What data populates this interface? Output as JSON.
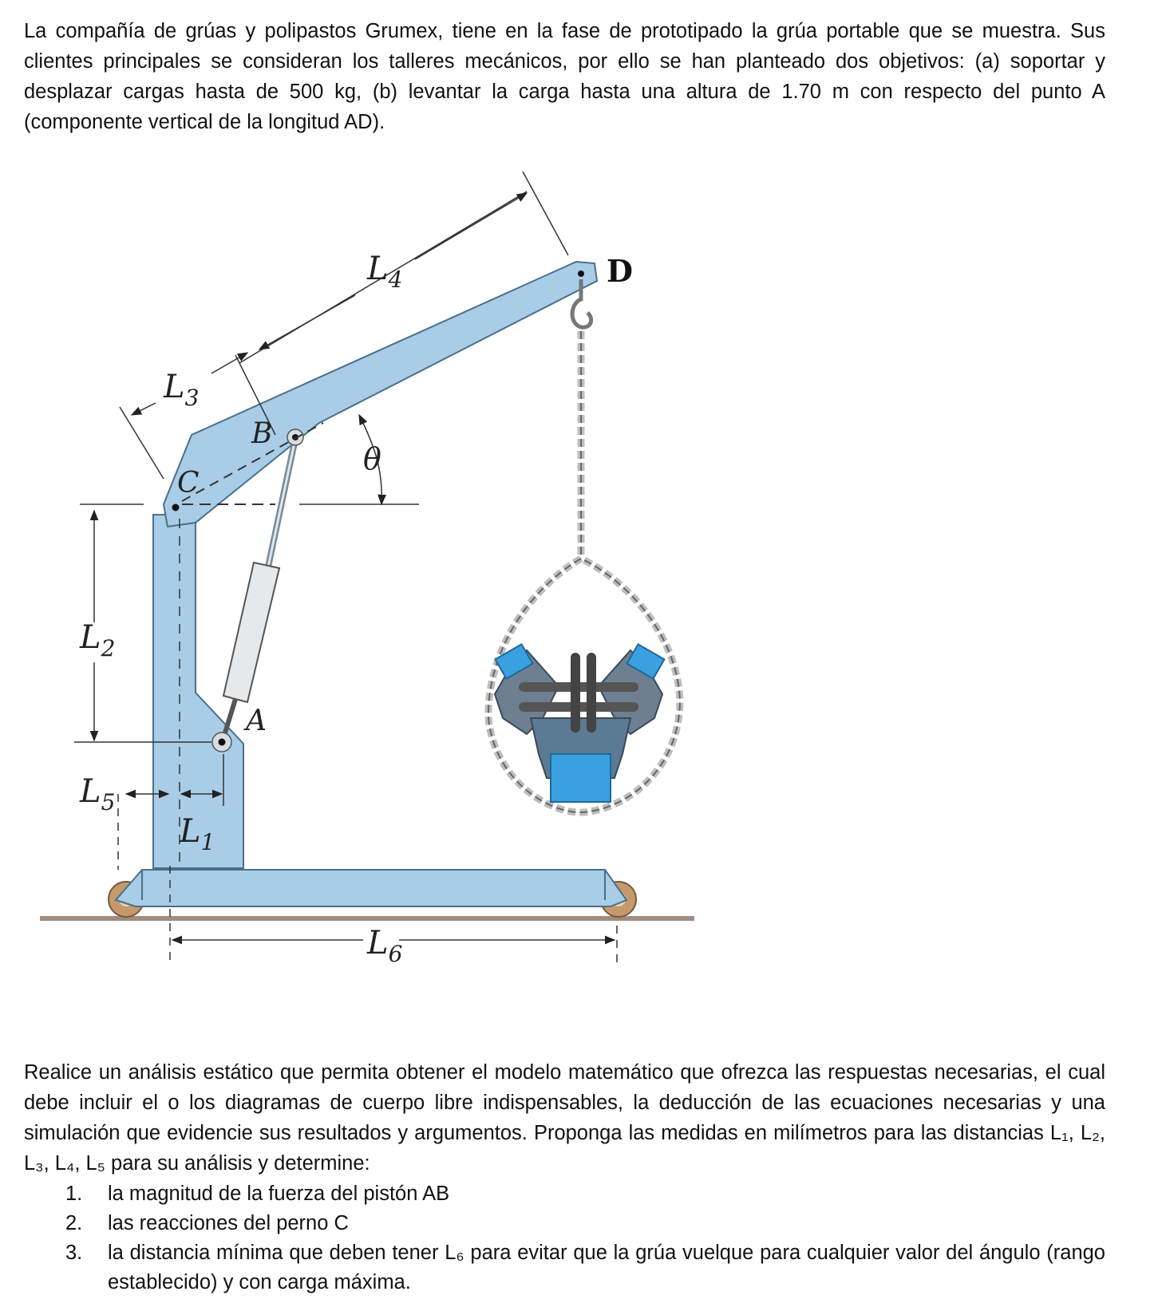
{
  "intro_text": "La compañía de grúas y polipastos Grumex, tiene en la fase de prototipado la grúa portable que se muestra. Sus clientes principales se consideran los talleres mecánicos, por ello se han planteado dos objetivos: (a) soportar y desplazar cargas hasta de 500 kg, (b) levantar la carga hasta una altura de 1.70 m con respecto del punto A (componente vertical de la longitud AD).",
  "figure": {
    "labels": {
      "D": "D",
      "B": "B",
      "C": "C",
      "A": "A",
      "theta": "θ",
      "L1": "L",
      "L1_sub": "1",
      "L2": "L",
      "L2_sub": "2",
      "L3": "L",
      "L3_sub": "3",
      "L4": "L",
      "L4_sub": "4",
      "L5": "L",
      "L5_sub": "5",
      "L6": "L",
      "L6_sub": "6"
    },
    "colors": {
      "crane_fill": "#a9cde6",
      "crane_stroke": "#4a6f8a",
      "engine_gray": "#6d7f90",
      "engine_blue": "#3aa0e0",
      "wheel": "#c49a6c",
      "ground": "#a08d80"
    }
  },
  "task_text": "Realice un análisis estático que permita obtener el modelo matemático que ofrezca las respuestas necesarias, el cual debe incluir el o los diagramas de cuerpo libre indispensables, la deducción de las ecuaciones necesarias y una simulación que evidencie sus resultados y argumentos. Proponga las medidas en milímetros para las distancias L₁, L₂, L₃, L₄, L₅ para su análisis y determine:",
  "questions": [
    {
      "num": "1.",
      "text": "la magnitud de la fuerza del pistón AB"
    },
    {
      "num": "2.",
      "text": "las reacciones del perno C"
    },
    {
      "num": "3.",
      "text": "la distancia mínima que deben tener L₆ para evitar que la grúa vuelque para cualquier valor del ángulo (rango establecido) y con carga máxima."
    }
  ]
}
